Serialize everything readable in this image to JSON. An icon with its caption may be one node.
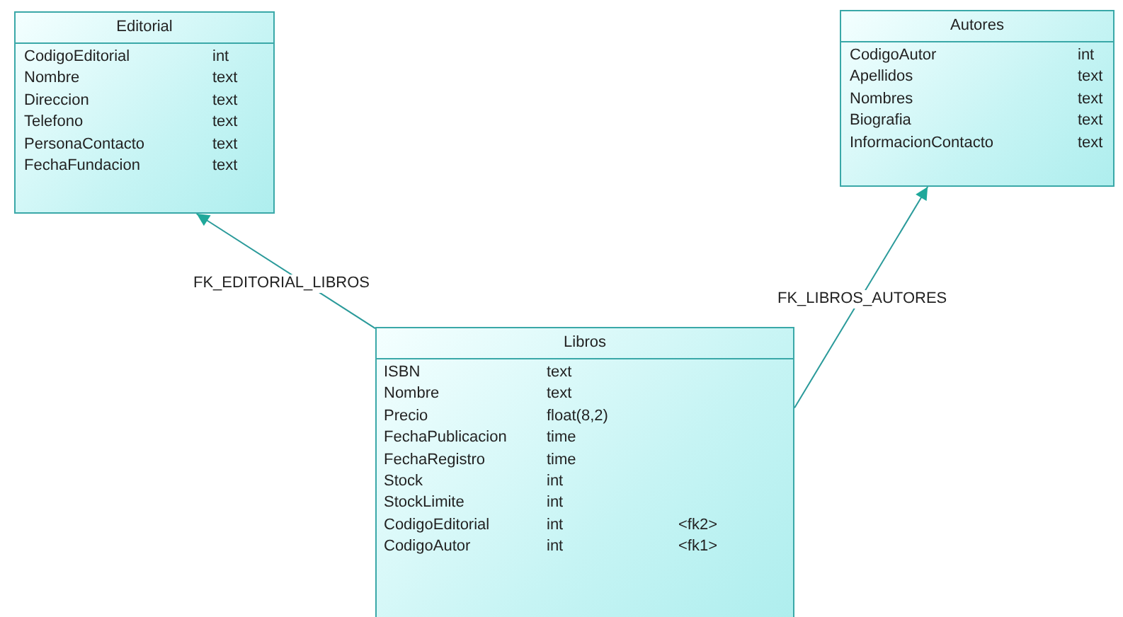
{
  "diagram": {
    "nodes": [
      {
        "text": [
          "Editorial",
          "CodigoEditorial",
          "int",
          "Nombre",
          "text",
          "Direccion",
          "text",
          "Telefono",
          "text",
          "PersonaContacto",
          "text",
          "FechaFundacion",
          "text"
        ]
      },
      {
        "text": [
          "Autores",
          "CodigoAutor",
          "int",
          "Apellidos",
          "text",
          "Nombres",
          "text",
          "Biografia",
          "text",
          "InformacionContacto",
          "text"
        ]
      },
      {
        "text": [
          "Libros",
          "ISBN",
          "text",
          "Nombre",
          "text",
          "Precio",
          "float(8,2)",
          "FechaPublicacion",
          "time",
          "FechaRegistro",
          "time",
          "Stock",
          "int",
          "StockLimite",
          "int",
          "CodigoEditorial",
          "int",
          "<fk2>",
          "CodigoAutor",
          "int",
          "<fk1>"
        ]
      }
    ],
    "edges": [
      {
        "from": 2,
        "to": 0,
        "arrow": "to",
        "label": "FK_EDITORIAL_LIBROS"
      },
      {
        "from": 2,
        "to": 1,
        "arrow": "to",
        "label": "FK_LIBROS_AUTORES"
      }
    ]
  }
}
